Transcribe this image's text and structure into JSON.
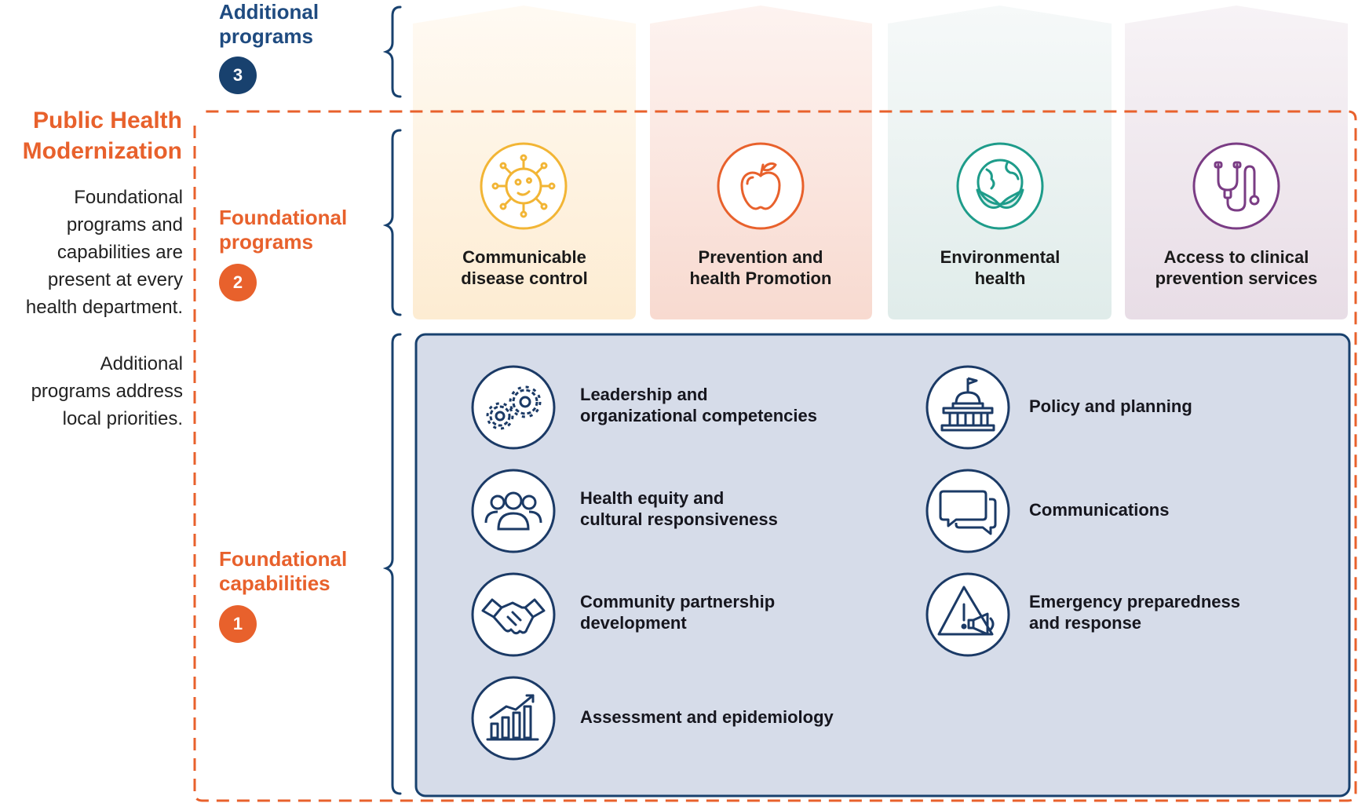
{
  "main_title": {
    "line1": "Public Health",
    "line2": "Modernization"
  },
  "descriptions": [
    {
      "lines": [
        "Foundational",
        "programs and",
        "capabilities are",
        "present at every",
        "health department."
      ]
    },
    {
      "lines": [
        "Additional",
        "programs address",
        "local priorities."
      ]
    }
  ],
  "tiers": [
    {
      "line1": "Additional",
      "line2": "programs",
      "number": "3"
    },
    {
      "line1": "Foundational",
      "line2": "programs",
      "number": "2"
    },
    {
      "line1": "Foundational",
      "line2": "capabilities",
      "number": "1"
    }
  ],
  "programs": [
    {
      "line1": "Communicable",
      "line2": "disease control",
      "icon": "virus-icon",
      "color": "#f2b535"
    },
    {
      "line1": "Prevention and",
      "line2": "health Promotion",
      "icon": "apple-icon",
      "color": "#e8612c"
    },
    {
      "line1": "Environmental",
      "line2": "health",
      "icon": "globe-leaves-icon",
      "color": "#1e9c8a"
    },
    {
      "line1": "Access to clinical",
      "line2": "prevention services",
      "icon": "stethoscope-icon",
      "color": "#7a3c84"
    }
  ],
  "capabilities": [
    {
      "line1": "Leadership and",
      "line2": "organizational competencies",
      "icon": "gears-icon"
    },
    {
      "line1": "Policy and planning",
      "line2": "",
      "icon": "capitol-building-icon"
    },
    {
      "line1": "Health equity and",
      "line2": "cultural responsiveness",
      "icon": "people-group-icon"
    },
    {
      "line1": "Communications",
      "line2": "",
      "icon": "speech-bubbles-icon"
    },
    {
      "line1": "Community partnership",
      "line2": "development",
      "icon": "handshake-icon"
    },
    {
      "line1": "Emergency preparedness",
      "line2": "and response",
      "icon": "warning-megaphone-icon"
    },
    {
      "line1": "Assessment and epidemiology",
      "line2": "",
      "icon": "bar-chart-icon"
    }
  ],
  "colors": {
    "orange": "#e8612c",
    "navy": "#18416e",
    "capability_panel": "#d6dce9",
    "icon_navy": "#1b3a66"
  }
}
